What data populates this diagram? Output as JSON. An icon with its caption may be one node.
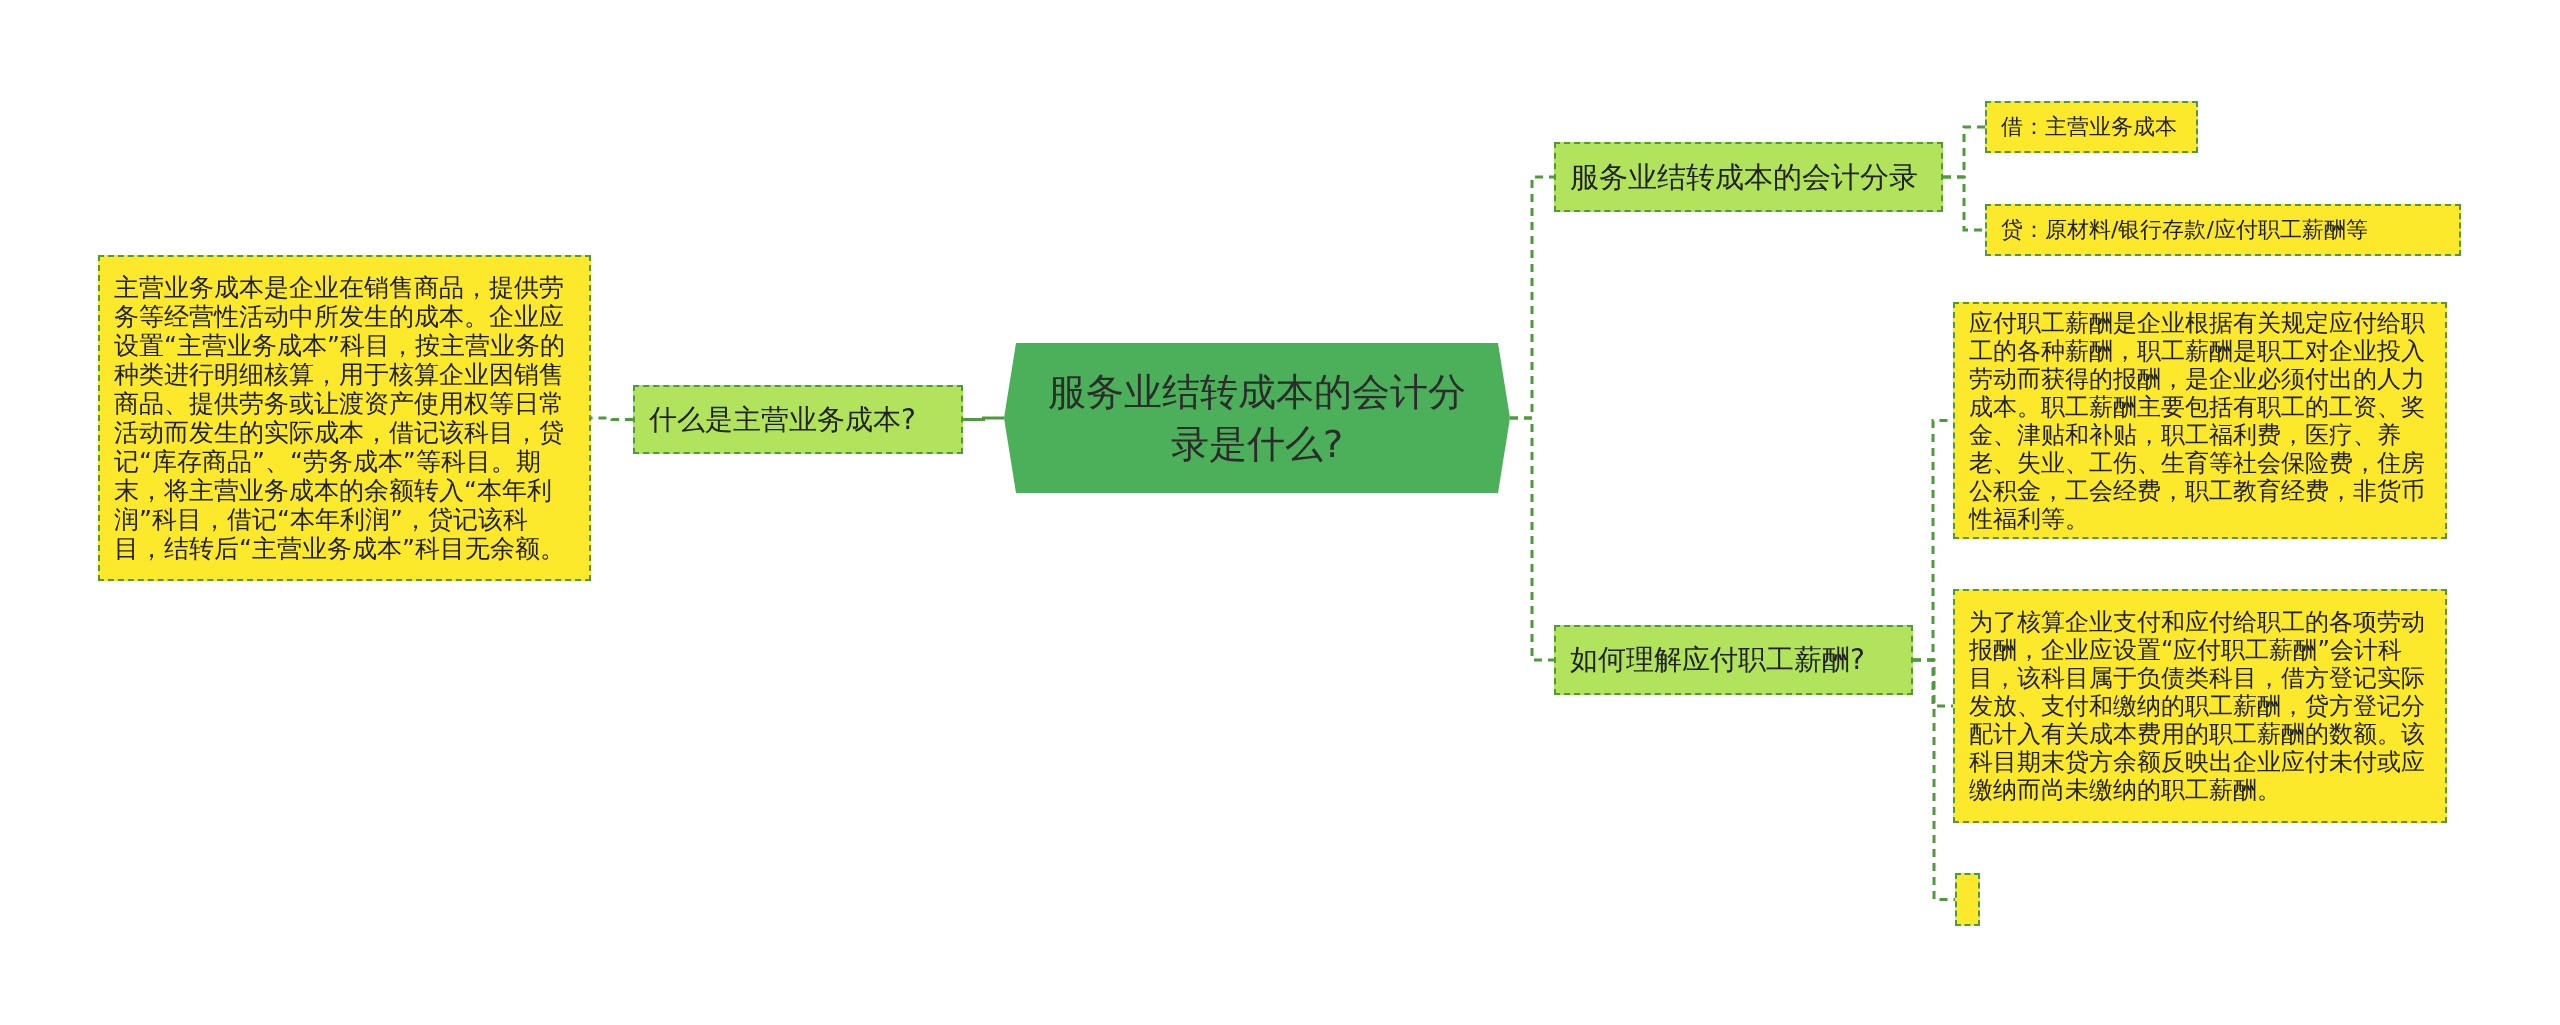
{
  "diagram": {
    "nodes": [
      {
        "text": [
          "服务业结转成本的会计分录是什么?"
        ]
      },
      {
        "text": [
          "什么是主营业务成本?"
        ]
      },
      {
        "text": [
          "主营业务成本是企业在销售商品，提供劳务等经营性活动中所发生的成本。企业应设置“主营业务成本”科目，按主营业务的种类进行明细核算，用于核算企业因销售商品、提供劳务或让渡资产使用权等日常活动而发生的实际成本，借记该科目，贷记“库存商品”、“劳务成本”等科目。期末，将主营业务成本的余额转入“本年利润”科目，借记“本年利润”，贷记该科目，结转后“主营业务成本”科目无余额。"
        ]
      },
      {
        "text": [
          "服务业结转成本的会计分录"
        ]
      },
      {
        "text": [
          "借：主营业务成本"
        ]
      },
      {
        "text": [
          "贷：原材料/银行存款/应付职工薪酬等"
        ]
      },
      {
        "text": [
          "如何理解应付职工薪酬?"
        ]
      },
      {
        "text": [
          "应付职工薪酬是企业根据有关规定应付给职工的各种薪酬，职工薪酬是职工对企业投入劳动而获得的报酬，是企业必须付出的人力成本。职工薪酬主要包括有职工的工资、奖金、津贴和补贴，职工福利费，医疗、养老、失业、工伤、生育等社会保险费，住房公积金，工会经费，职工教育经费，非货币性福利等。"
        ]
      },
      {
        "text": [
          "为了核算企业支付和应付给职工的各项劳动报酬，企业应设置“应付职工薪酬”会计科目，该科目属于负债类科目，借方登记实际发放、支付和缴纳的职工薪酬，贷方登记分配计入有关成本费用的职工薪酬的数额。该科目期末贷方余额反映出企业应付未付或应缴纳而尚未缴纳的职工薪酬。"
        ]
      },
      {
        "text": [],
        "shape": "box"
      }
    ],
    "edges": [
      {
        "from": 0,
        "to": 1,
        "arrow": "none"
      },
      {
        "from": 1,
        "to": 2,
        "arrow": "none",
        "style": "dashed"
      },
      {
        "from": 0,
        "to": 3,
        "arrow": "none",
        "style": "dashed"
      },
      {
        "from": 3,
        "to": 4,
        "arrow": "none",
        "style": "dashed"
      },
      {
        "from": 3,
        "to": 5,
        "arrow": "none",
        "style": "dashed"
      },
      {
        "from": 0,
        "to": 6,
        "arrow": "none",
        "style": "dashed"
      },
      {
        "from": 6,
        "to": 7,
        "arrow": "none",
        "style": "dashed"
      },
      {
        "from": 6,
        "to": 8,
        "arrow": "none",
        "style": "dashed"
      },
      {
        "from": 6,
        "to": 9,
        "arrow": "none",
        "style": "dashed"
      }
    ]
  }
}
